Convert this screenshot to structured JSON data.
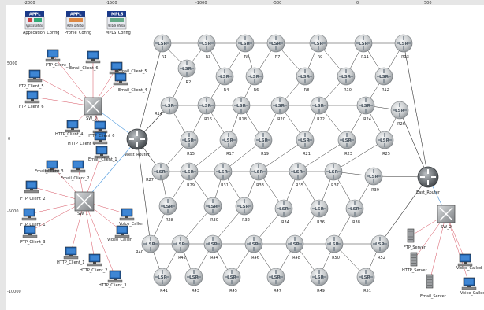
{
  "rulers": {
    "x_ticks": [
      "-2000",
      "-1500",
      "-1000",
      "-500",
      "0",
      "500"
    ],
    "y_ticks": [
      "5000",
      "0",
      "-5000",
      "-10000"
    ]
  },
  "config_objects": [
    {
      "id": "app_config",
      "badge": "APPL",
      "desc": "Application Definition",
      "label": "Application_Config"
    },
    {
      "id": "profile_config",
      "badge": "APPL",
      "desc": "Profile Definition",
      "label": "Profile_Config"
    },
    {
      "id": "mpls_config",
      "badge": "MPLS",
      "desc": "Attribute Definition",
      "label": "MPLS_Config"
    }
  ],
  "lsr_text": "LSR",
  "routers": [
    "R1",
    "R2",
    "R3",
    "R4",
    "R5",
    "R6",
    "R7",
    "R8",
    "R9",
    "R10",
    "R11",
    "R12",
    "R13",
    "R14",
    "R15",
    "R16",
    "R17",
    "R18",
    "R19",
    "R20",
    "R21",
    "R22",
    "R23",
    "R24",
    "R25",
    "R26",
    "R27",
    "R28",
    "R29",
    "R30",
    "R31",
    "R32",
    "R33",
    "R34",
    "R35",
    "R36",
    "R37",
    "R38",
    "R39",
    "R40",
    "R41",
    "R42",
    "R43",
    "R44",
    "R45",
    "R46",
    "R47",
    "R48",
    "R49",
    "R50",
    "R51",
    "R52"
  ],
  "edge_routers": {
    "west": "West_Router",
    "east": "East_Router"
  },
  "switches": {
    "sw_top": "SW_0",
    "sw_bottom": "SW_1",
    "sw_right": "SW_2"
  },
  "clients_top": [
    "FTP_Client_4",
    "Email_Client_6",
    "Email_Client_5",
    "FTP_Client_5",
    "FTP_Client_6",
    "Email_Client_4",
    "HTTP_Client_4",
    "HTTP_Client_5",
    "HTTP_Client_6"
  ],
  "clients_bottom": [
    "Email_Client_3",
    "Email_Client_2",
    "Email_Client_1",
    "FTP_Client_2",
    "FTP_Client_1",
    "FTP_Client_3",
    "Voice_Caller",
    "Video_Caller",
    "HTTP_Client_1",
    "HTTP_Client_2",
    "HTTP_Client_3"
  ],
  "servers": [
    "FTP_Server",
    "HTTP_Server",
    "Email_Server",
    "Video_Called",
    "Voice_Called"
  ],
  "colors": {
    "router_body": "#c9ccce",
    "lsr_arrow": "#7d8790",
    "switch": "#7f7f7f",
    "link": "#333333",
    "lan_link": "#cc2233",
    "wan_link": "#5aa0e0",
    "workstation": "#1f5fa8"
  }
}
